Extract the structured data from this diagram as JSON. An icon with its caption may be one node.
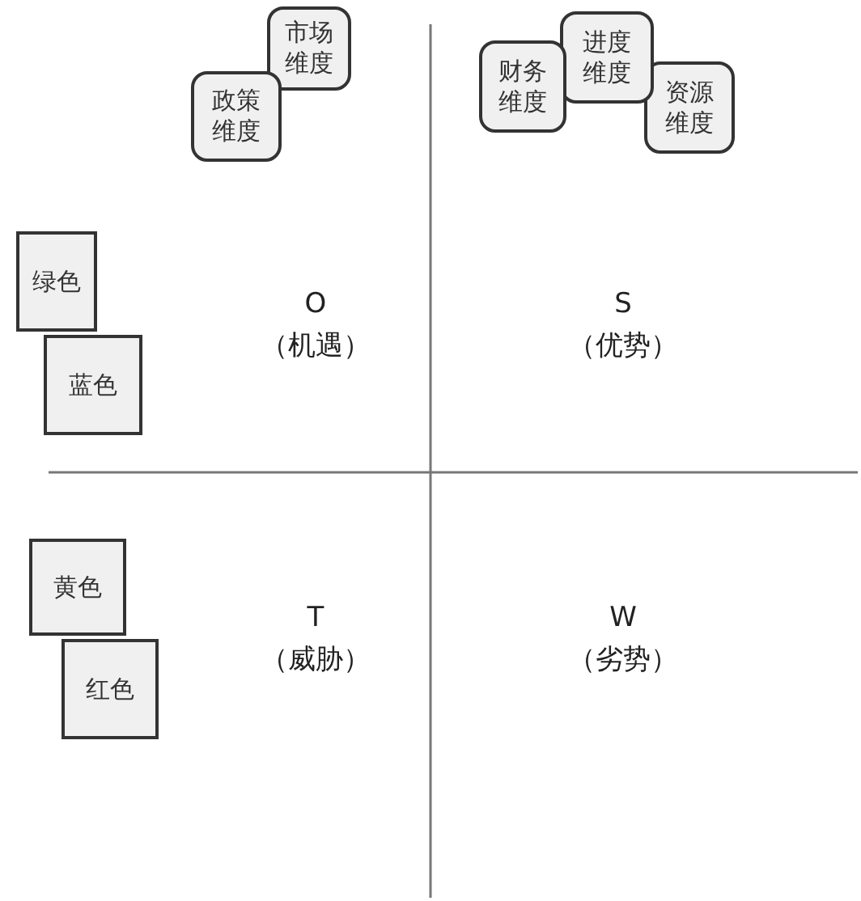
{
  "diagram": {
    "nodes": [
      {
        "text": [
          "市场维度"
        ]
      },
      {
        "text": [
          "政策维度"
        ]
      },
      {
        "text": [
          "资源维度"
        ]
      },
      {
        "text": [
          "进度维度"
        ]
      },
      {
        "text": [
          "财务维度"
        ]
      },
      {
        "text": [
          "绿色"
        ]
      },
      {
        "text": [
          "蓝色"
        ]
      },
      {
        "text": [
          "黄色"
        ]
      },
      {
        "text": [
          "红色"
        ]
      }
    ],
    "labels": [
      "O",
      "（机遇）",
      "S",
      "（优势）",
      "T",
      "（威胁）",
      "W",
      "（劣势）"
    ]
  }
}
